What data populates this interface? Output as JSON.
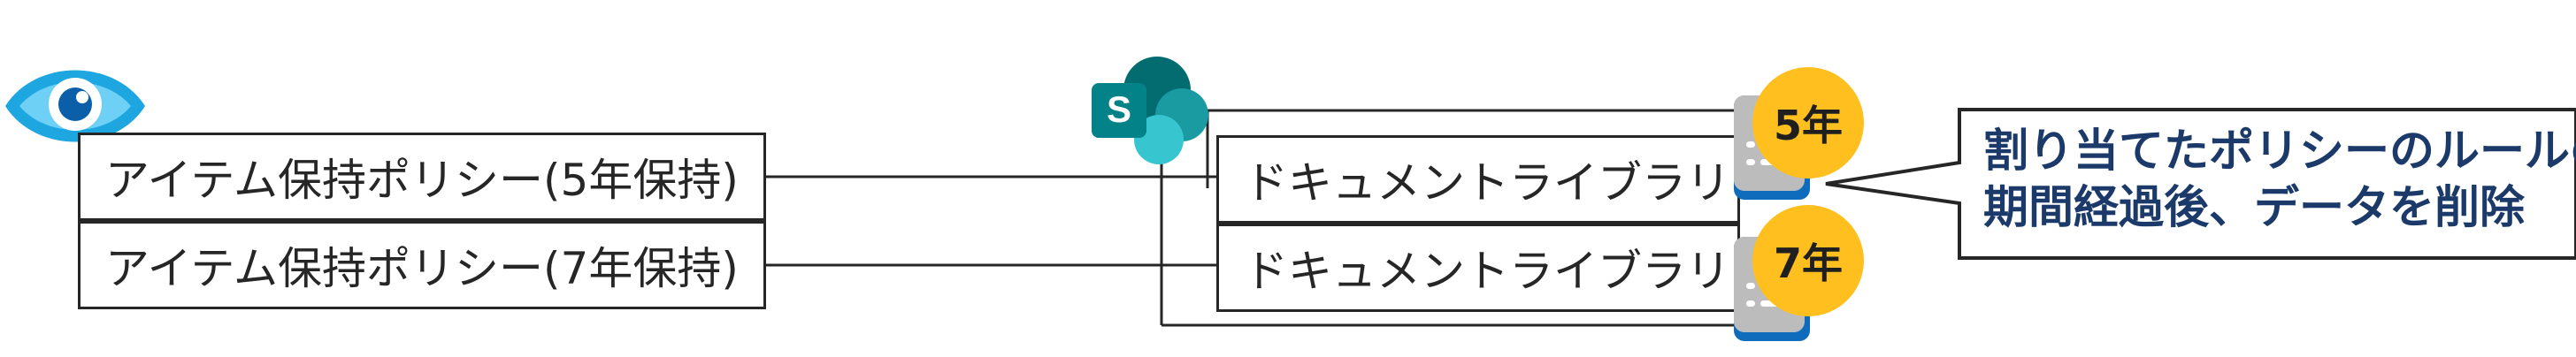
{
  "policies": [
    {
      "label": "アイテム保持ポリシー(5年保持)"
    },
    {
      "label": "アイテム保持ポリシー(7年保持)"
    }
  ],
  "libraries": [
    {
      "label": "ドキュメントライブラリ A",
      "retention": "5年"
    },
    {
      "label": "ドキュメントライブラリ B",
      "retention": "7年"
    }
  ],
  "callout": {
    "line1": "割り当てたポリシーのルールの",
    "line2": "期間経過後、データを削除"
  },
  "sharepoint": {
    "letter": "S"
  },
  "icons": {
    "policy": "eye-icon",
    "site": "sharepoint-icon",
    "document": "document-icon"
  },
  "colors": {
    "badge": "#ffbf1f",
    "callout_text": "#1b3a6a",
    "sharepoint": "#038387",
    "eye": "#1ea6e0",
    "document": "#0f6cbd"
  }
}
